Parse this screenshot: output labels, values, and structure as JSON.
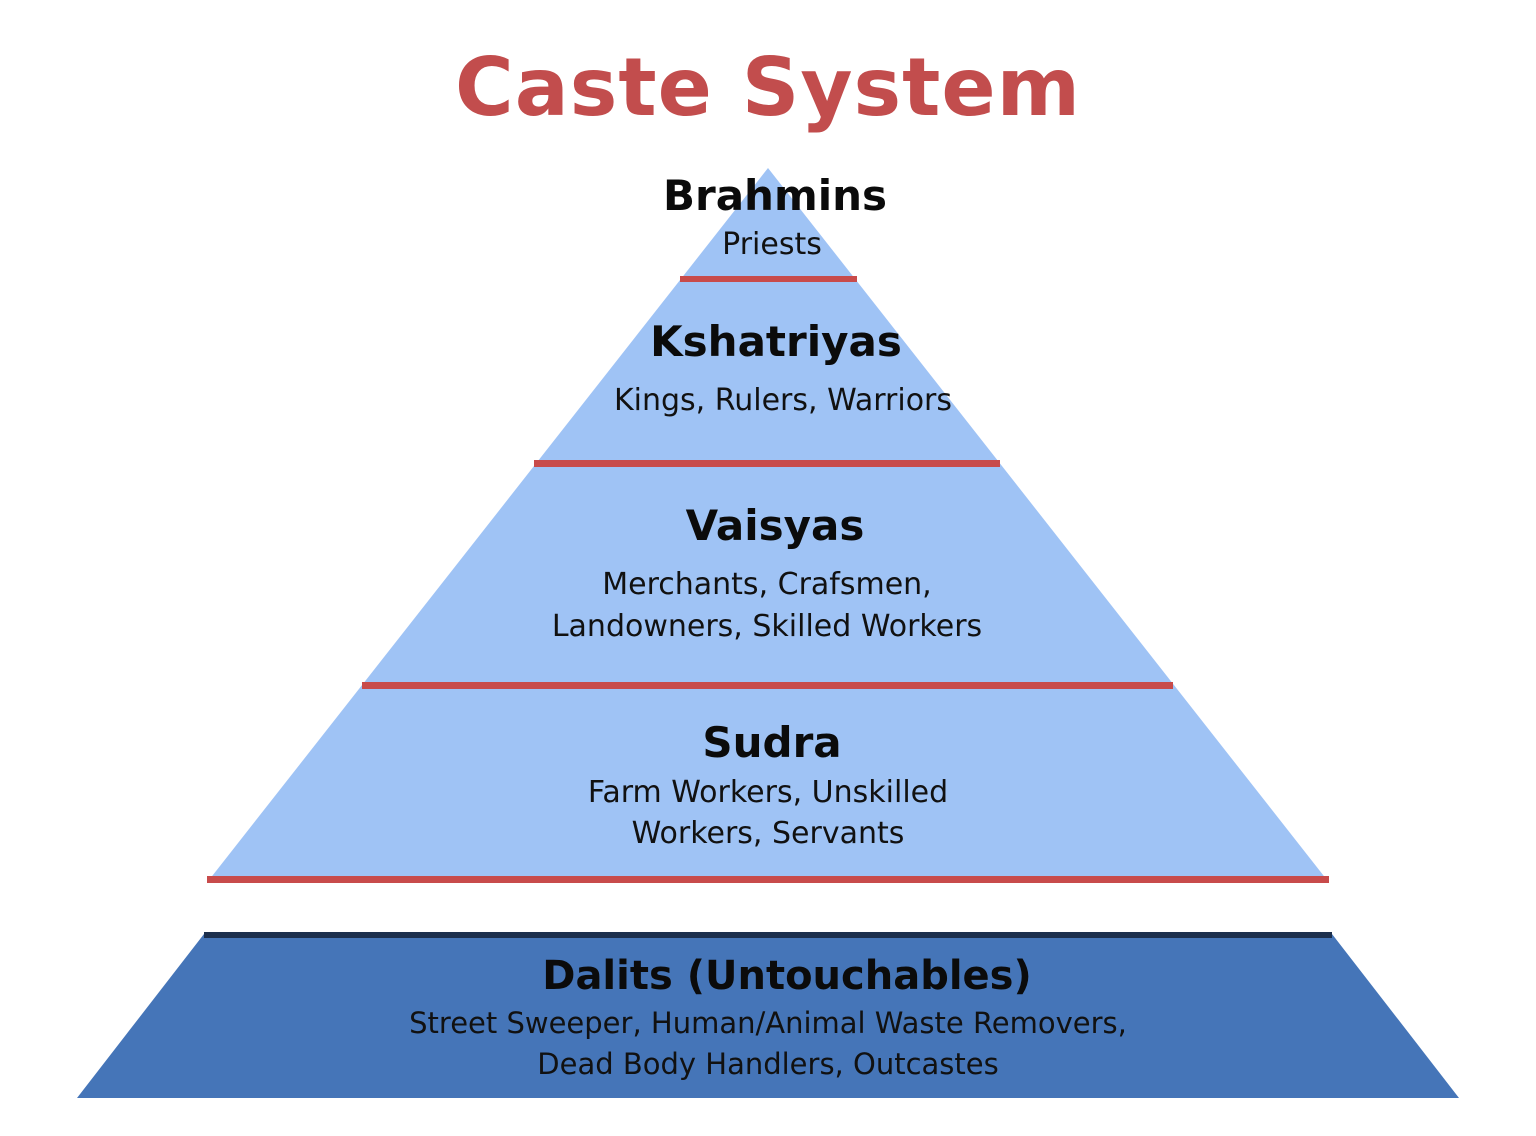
{
  "title": "Caste System",
  "colors": {
    "title": "#c24d4d",
    "tier_fill": "#9fc3f5",
    "divider": "#c84b4b",
    "base_fill": "#4575b8",
    "base_edge": "#1c2f4d"
  },
  "tiers": [
    {
      "name": "Brahmins",
      "desc": [
        "Priests"
      ]
    },
    {
      "name": "Kshatriyas",
      "desc": [
        "Kings, Rulers, Warriors"
      ]
    },
    {
      "name": "Vaisyas",
      "desc": [
        "Merchants, Crafsmen,",
        "Landowners, Skilled Workers"
      ]
    },
    {
      "name": "Sudra",
      "desc": [
        "Farm Workers, Unskilled",
        "Workers, Servants"
      ]
    }
  ],
  "base": {
    "name": "Dalits (Untouchables)",
    "desc": [
      "Street Sweeper, Human/Animal Waste Removers,",
      "Dead Body Handlers, Outcastes"
    ]
  }
}
